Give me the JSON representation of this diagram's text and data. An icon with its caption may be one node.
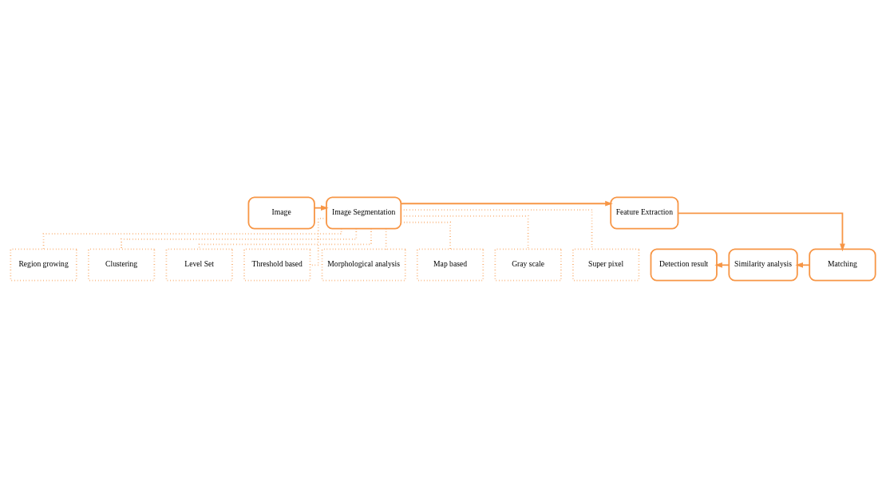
{
  "diagram": {
    "nodes": [
      {
        "text": [
          "Image"
        ]
      },
      {
        "text": [
          "Image Segmentation"
        ]
      },
      {
        "text": [
          "Feature Extraction"
        ]
      },
      {
        "text": [
          "Region growing"
        ]
      },
      {
        "text": [
          "Clustering"
        ]
      },
      {
        "text": [
          "Level Set"
        ]
      },
      {
        "text": [
          "Threshold based"
        ]
      },
      {
        "text": [
          "Morphological analysis"
        ]
      },
      {
        "text": [
          "Map based"
        ]
      },
      {
        "text": [
          "Gray scale"
        ]
      },
      {
        "text": [
          "Super pixel"
        ]
      },
      {
        "text": [
          "Detection result"
        ]
      },
      {
        "text": [
          "Similarity analysis"
        ]
      },
      {
        "text": [
          "Matching"
        ]
      }
    ],
    "edges": [
      {
        "from": 0,
        "to": 1,
        "arrow": "to"
      },
      {
        "from": 1,
        "to": 2,
        "arrow": "to"
      },
      {
        "from": 2,
        "to": 13,
        "arrow": "to"
      },
      {
        "from": 1,
        "to": 3,
        "arrow": "none",
        "style": "dashed"
      },
      {
        "from": 1,
        "to": 4,
        "arrow": "none",
        "style": "dashed"
      },
      {
        "from": 1,
        "to": 5,
        "arrow": "none",
        "style": "dashed"
      },
      {
        "from": 1,
        "to": 6,
        "arrow": "none",
        "style": "dashed"
      },
      {
        "from": 1,
        "to": 7,
        "arrow": "none",
        "style": "dashed"
      },
      {
        "from": 1,
        "to": 8,
        "arrow": "none",
        "style": "dashed"
      },
      {
        "from": 1,
        "to": 9,
        "arrow": "none",
        "style": "dashed"
      },
      {
        "from": 1,
        "to": 10,
        "arrow": "none",
        "style": "dashed"
      },
      {
        "from": 13,
        "to": 12,
        "arrow": "to"
      },
      {
        "from": 12,
        "to": 11,
        "arrow": "to"
      }
    ]
  }
}
